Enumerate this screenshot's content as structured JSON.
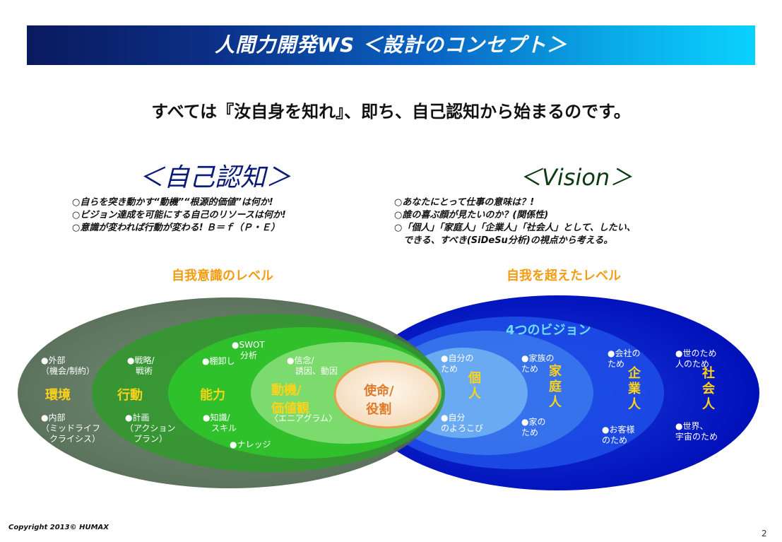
{
  "title": "人間力開発WS ＜設計のコンセプト＞",
  "subtitle": "すべては『汝自身を知れ』、即ち、自己認知から始まるのです。",
  "left": {
    "heading": "＜自己認知＞",
    "bullets": [
      "○自らを突き動かす“動機”“根源的価値”は何か!",
      "○ビジョン達成を可能にする自己のリソースは何か!",
      "○意識が変われば行動が変わる! Ｂ＝ｆ（Ｐ・Ｅ）"
    ],
    "level": "自我意識のレベル"
  },
  "right": {
    "heading": "＜Vision＞",
    "bullets": [
      "○あなたにとって仕事の意味は？!",
      "○誰の喜ぶ顔が見たいのか？(関係性)",
      "○「個人」「家庭人」「企業人」「社会人」として、したい、",
      "　できる、すべき(SiDeSu分析)の視点から考える。"
    ],
    "level": "自我を超えたレベル"
  },
  "diagram": {
    "env": {
      "label": "環境",
      "top": "●外部\n（機会/制約）",
      "bottom": "●内部\n（ミッドライフ\n　クライシス）"
    },
    "action": {
      "label": "行動",
      "top": "●戦略/\n　戦術",
      "bottom": "●計画\n（アクション\n　プラン）"
    },
    "ability": {
      "label": "能力",
      "top": "●棚卸し",
      "swot": "●SWOT\n　分析",
      "bottom": "●知識/\n　スキル",
      "knowledge": "●ナレッジ"
    },
    "motive": {
      "label": "動機/\n価値観",
      "top": "●信念/\n　誘因、動因",
      "bottom": "〈エニアグラム〉"
    },
    "mission": "使命/\n役割",
    "four_visions": "4つのビジョン",
    "personal": {
      "label": "個人",
      "top": "●自分の\nため",
      "bottom": "●自分\nのよろこび"
    },
    "family": {
      "label": "家庭人",
      "top": "●家族の\nため",
      "bottom": "●家の\nため"
    },
    "corporate": {
      "label": "企業人",
      "top": "●会社の\nため",
      "bottom": "●お客様\nのため"
    },
    "social": {
      "label": "社会人",
      "top": "●世のため\n人のため",
      "bottom": "●世界、\n宇宙のため"
    }
  },
  "colors": {
    "outer_left": "#5b735c",
    "outer_right": "#0010c8",
    "green_mid": "#2f9a2a",
    "green_bright": "#2ec82a",
    "green_light": "#7fd86e",
    "mission_fill": "#f9e9d8",
    "mission_stroke": "#e7a04a",
    "label_yellow": "#ffd21a",
    "level_orange": "#f39c12"
  },
  "copyright": "Copyright 2013© HUMAX",
  "page": "2"
}
